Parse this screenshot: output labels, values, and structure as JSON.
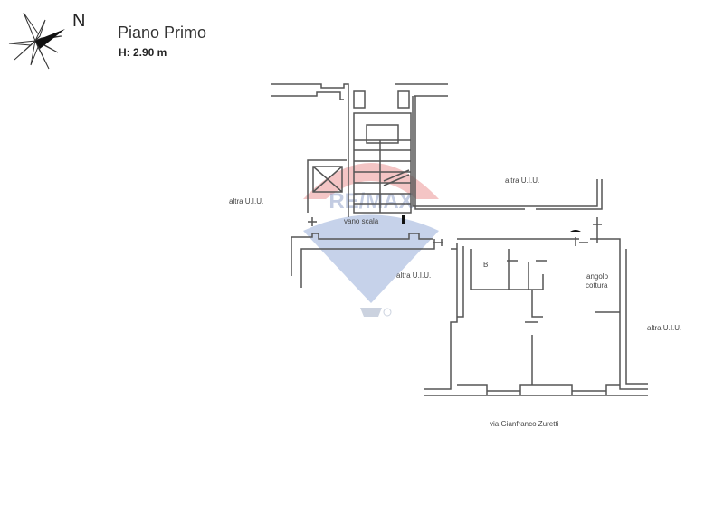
{
  "header": {
    "north_label": "N",
    "title": "Piano Primo",
    "height": "H: 2.90 m"
  },
  "labels": {
    "altra_uiu_left": "altra U.I.U.",
    "altra_uiu_top": "altra U.I.U.",
    "altra_uiu_middle": "altra U.I.U.",
    "altra_uiu_right": "altra U.I.U.",
    "vano_scala": "vano scala",
    "bathroom": "B",
    "kitchen_line1": "angolo",
    "kitchen_line2": "cottura",
    "street": "via Gianfranco Zuretti"
  },
  "watermark": {
    "brand": "RE/MAX",
    "colors": {
      "balloon_top": "#e05a5a",
      "balloon_bottom": "#5b7fc4"
    }
  },
  "icons": {
    "compass": "compass-rose-icon"
  }
}
